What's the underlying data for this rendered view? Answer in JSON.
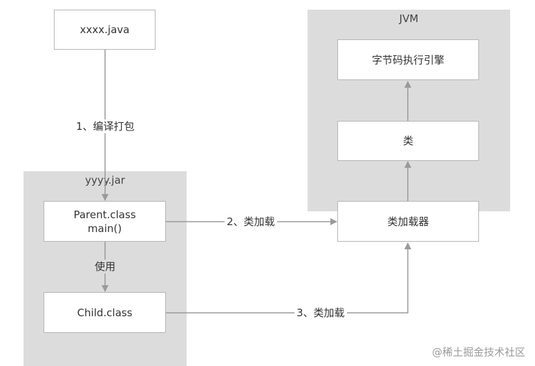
{
  "groups": {
    "jvm": "JVM",
    "jar": "yyyy.jar"
  },
  "nodes": {
    "source_file": "xxxx.java",
    "parent_class_line1": "Parent.class",
    "parent_class_line2": "main()",
    "child_class": "Child.class",
    "bytecode_engine": "字节码执行引擎",
    "class_node": "类",
    "class_loader": "类加载器"
  },
  "edges": {
    "compile_package": "1、编译打包",
    "load_parent": "2、类加载",
    "uses": "使用",
    "load_child": "3、类加载"
  },
  "watermark": "@稀土掘金技术社区"
}
